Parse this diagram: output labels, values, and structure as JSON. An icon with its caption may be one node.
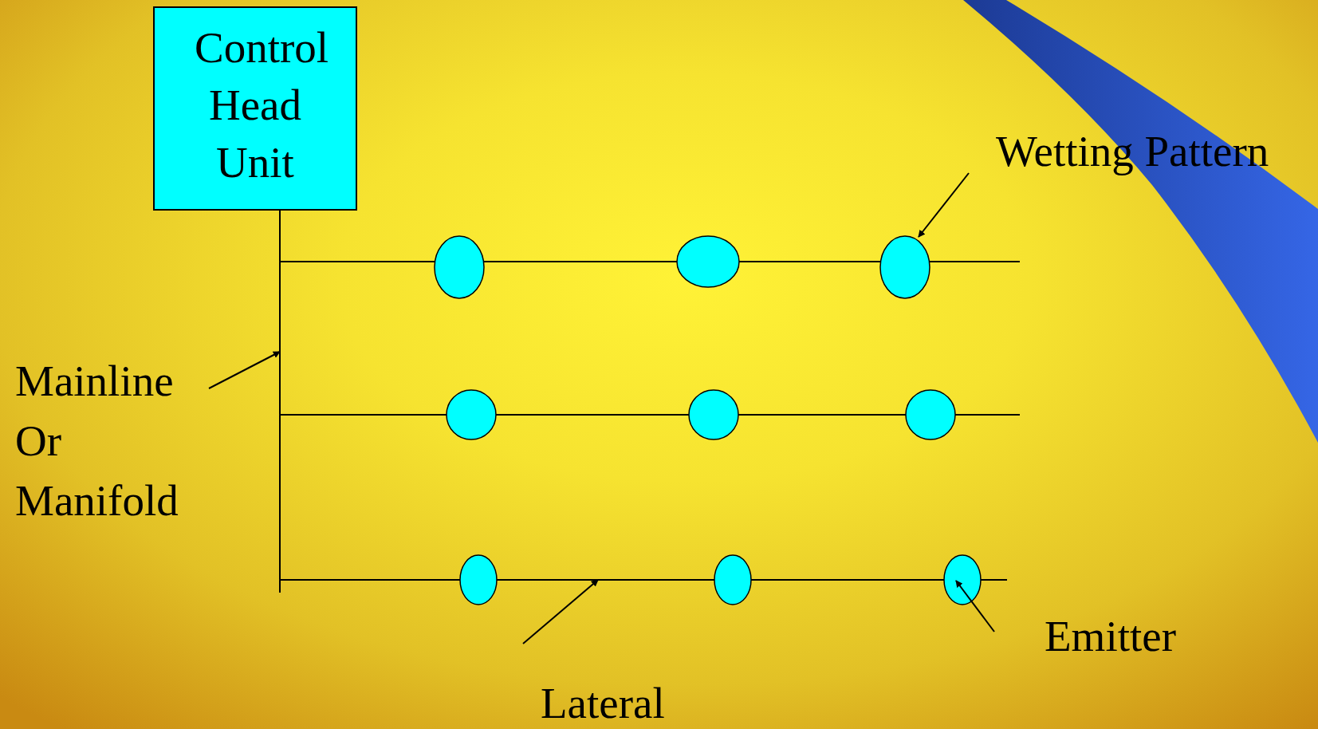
{
  "diagram": {
    "nodes": [
      {
        "text": [
          "Control Head Unit"
        ]
      },
      {
        "text": [
          "Wetting Pattern"
        ]
      },
      {
        "text": [],
        "shape": "bar"
      },
      {
        "text": [],
        "shape": "bar"
      },
      {
        "text": [],
        "shape": "circle"
      },
      {
        "text": [],
        "shape": "circle"
      },
      {
        "text": [],
        "shape": "circle"
      },
      {
        "text": [
          "Mainline Or Manifold"
        ]
      },
      {
        "text": [],
        "shape": "bar"
      },
      {
        "text": [],
        "shape": "circle"
      },
      {
        "text": [],
        "shape": "circle"
      },
      {
        "text": [],
        "shape": "circle"
      },
      {
        "text": [],
        "shape": "bar"
      },
      {
        "text": [],
        "shape": "circle"
      },
      {
        "text": [],
        "shape": "circle"
      },
      {
        "text": [],
        "shape": "circle"
      },
      {
        "text": [
          "Emitter"
        ]
      },
      {
        "text": [
          "Lateral"
        ]
      }
    ],
    "edges": [
      {
        "from": 1,
        "to": 6,
        "arrow": "to"
      },
      {
        "from": 7,
        "to": 2,
        "arrow": "to"
      },
      {
        "from": 17,
        "to": 12,
        "arrow": "to"
      },
      {
        "from": 16,
        "to": 15,
        "arrow": "to"
      }
    ]
  }
}
